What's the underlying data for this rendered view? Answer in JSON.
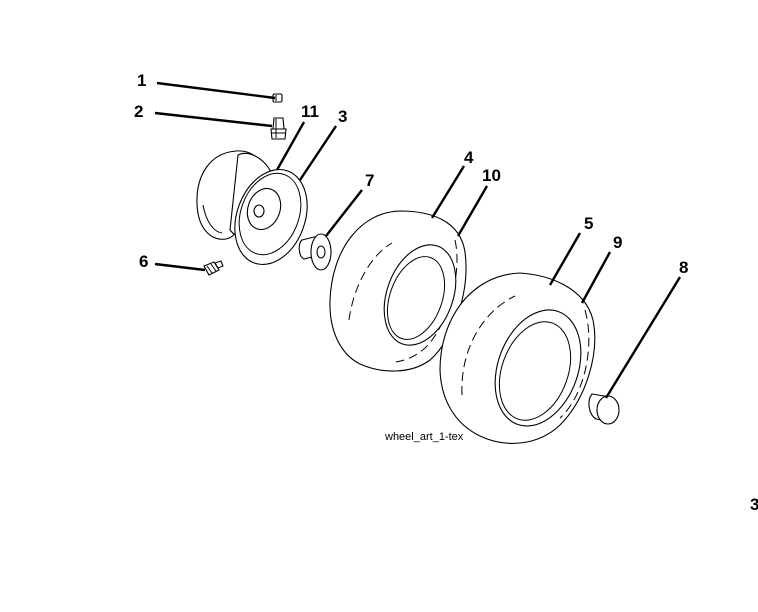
{
  "callouts": {
    "c1": "1",
    "c2": "2",
    "c3": "3",
    "c4": "4",
    "c5": "5",
    "c6": "6",
    "c7": "7",
    "c8": "8",
    "c9": "9",
    "c10": "10",
    "c11": "11"
  },
  "caption": "wheel_art_1-tex",
  "edge_mark": "3"
}
